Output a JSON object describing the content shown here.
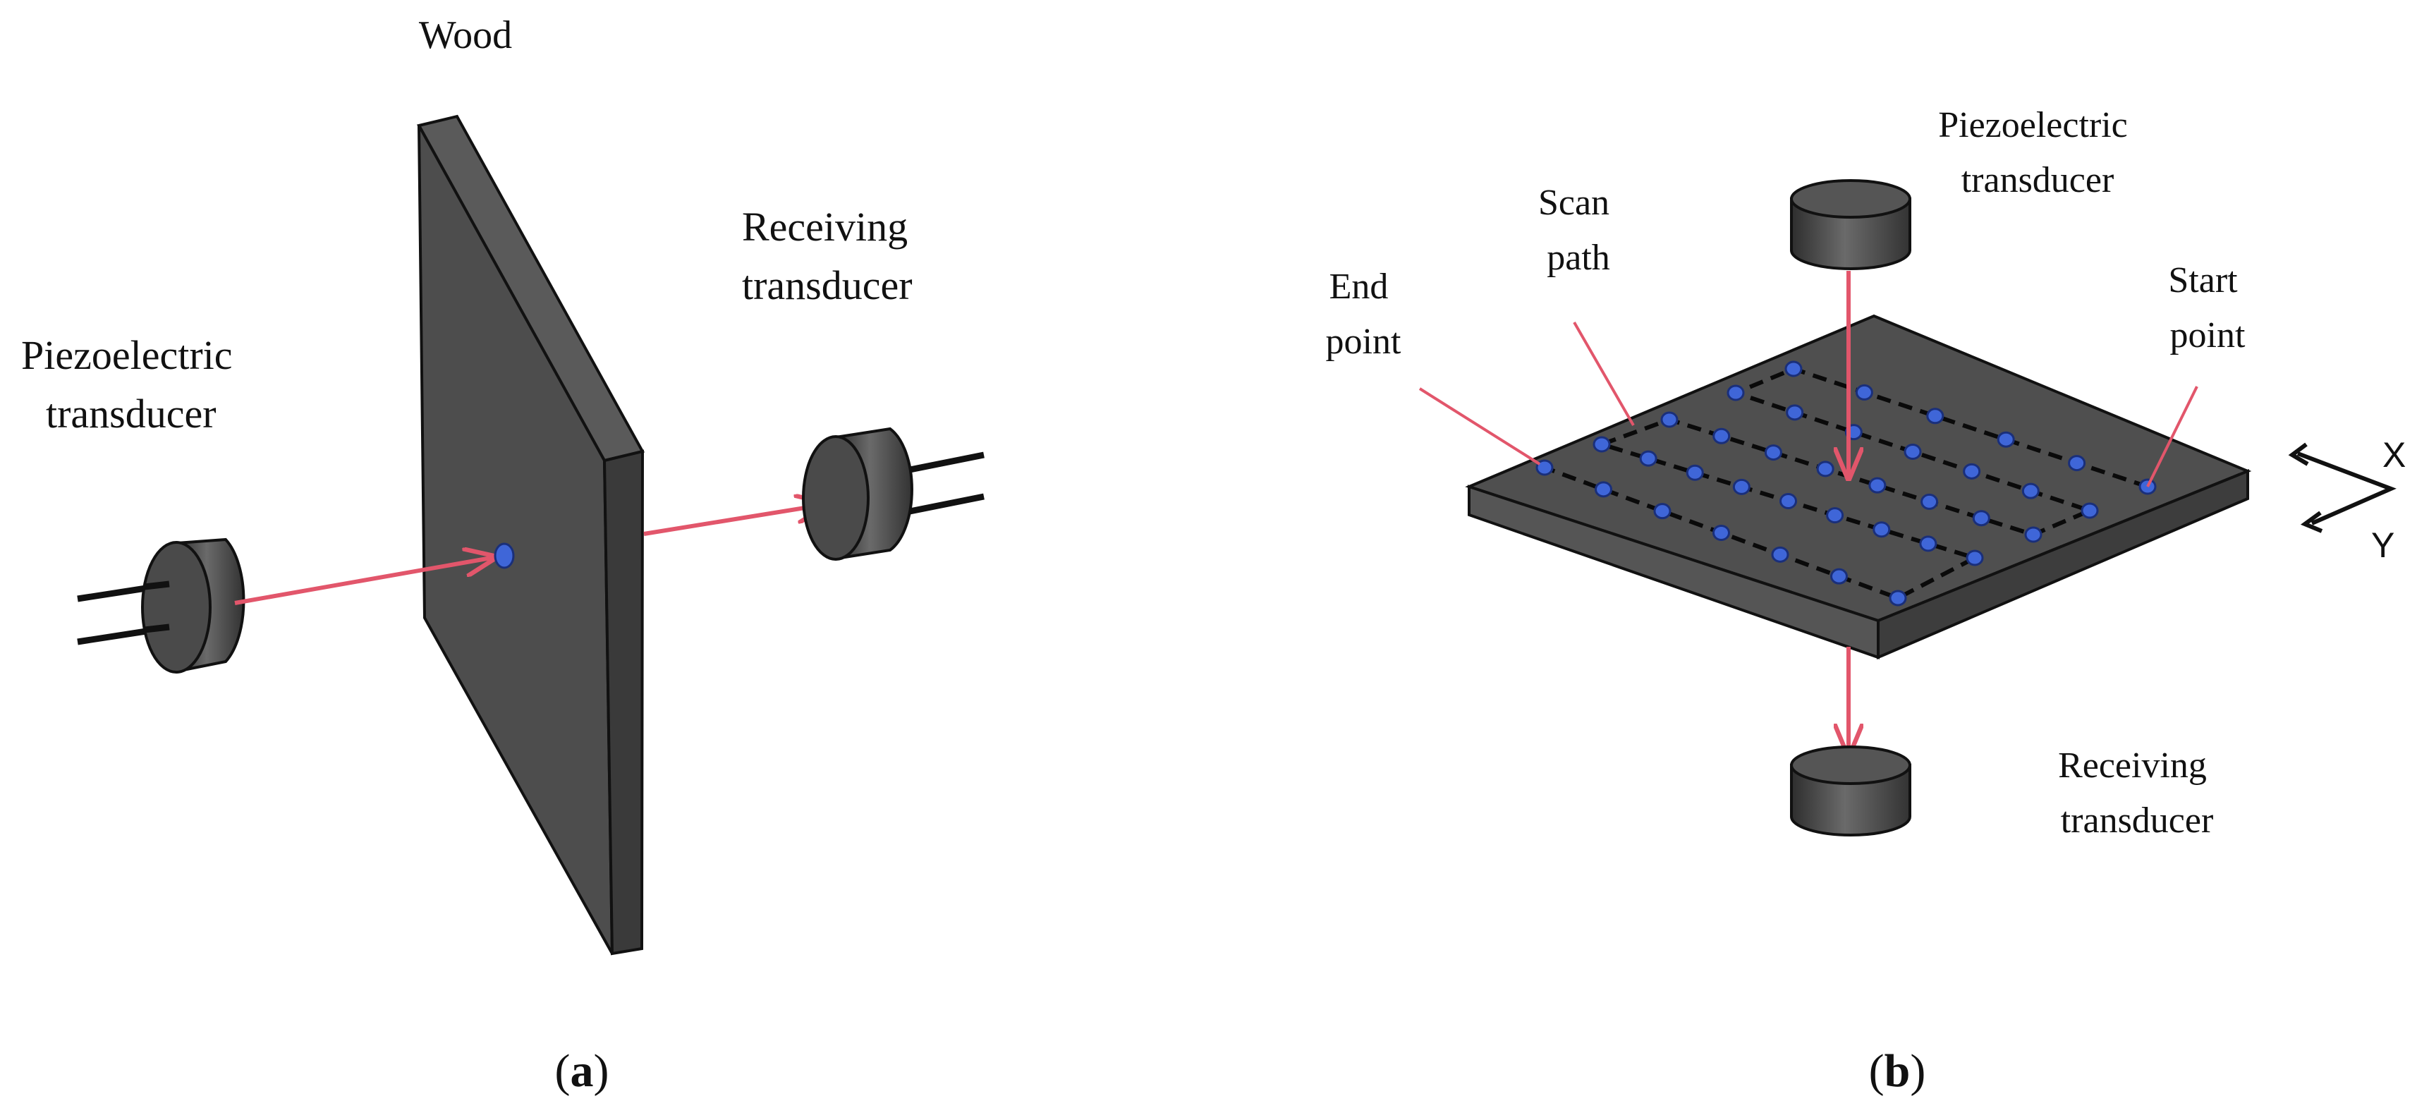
{
  "panel_a": {
    "wood_label": "Wood",
    "piezo_label": [
      "Piezoelectric",
      "transducer"
    ],
    "receiving_label": [
      "Receiving",
      "transducer"
    ],
    "caption": {
      "open": "(",
      "letter": "a",
      "close": ")"
    }
  },
  "panel_b": {
    "piezo_label": [
      "Piezoelectric",
      "transducer"
    ],
    "scan_path_label": [
      "Scan",
      "path"
    ],
    "end_point_label": [
      "End",
      "point"
    ],
    "start_point_label": [
      "Start",
      "point"
    ],
    "receiving_label": [
      "Receiving",
      "transducer"
    ],
    "axis_x": "X",
    "axis_y": "Y",
    "caption": {
      "open": "(",
      "letter": "b",
      "close": ")"
    }
  },
  "colors": {
    "wood": "#505050",
    "wood_edge": "#3a3a3a",
    "outline": "#111111",
    "arrow": "#e2566b",
    "dot": "#3f66d8",
    "dot_stroke": "#1a2f7a"
  },
  "icons": {
    "transducer": "cylinder-icon",
    "measurement_point": "circle-dot-icon"
  }
}
